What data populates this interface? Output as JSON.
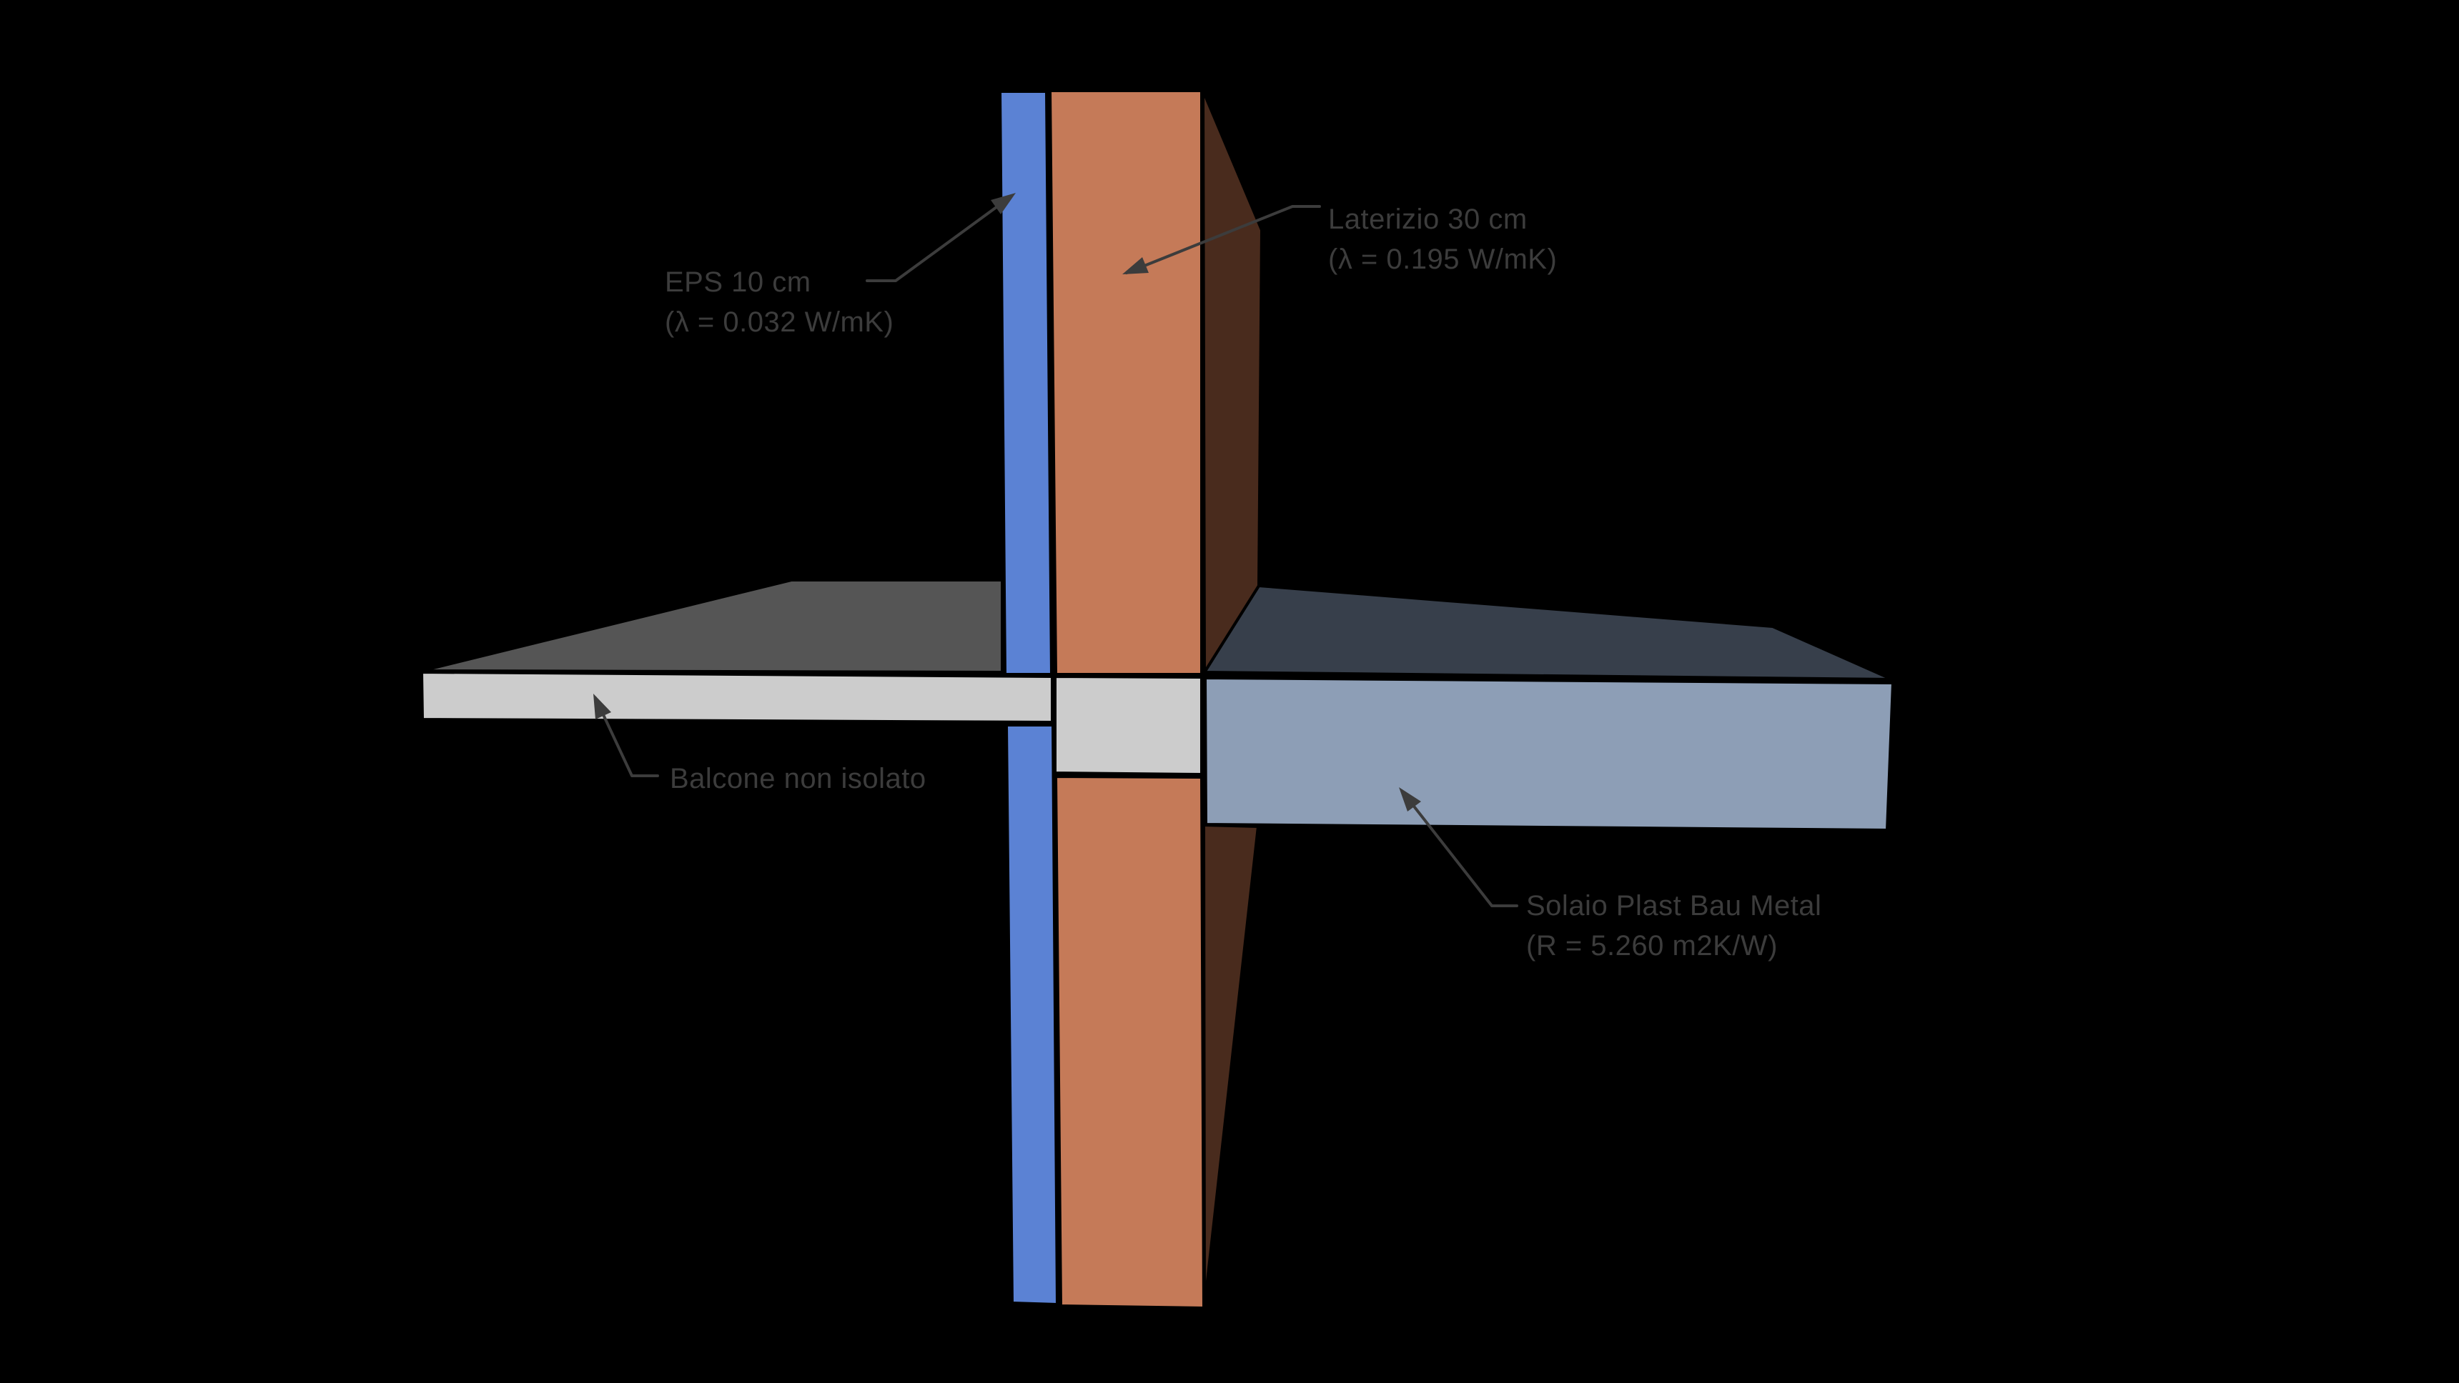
{
  "diagram": {
    "kind": "thermal-bridge-construction-detail",
    "background": "#000000"
  },
  "colors": {
    "background": "#000000",
    "eps": "#5b82d4",
    "wall_front": "#c57a58",
    "wall_side": "#492b1d",
    "balcony_top": "#555555",
    "balcony_front": "#cccccc",
    "slab_section": "#cccccc",
    "solaio_top": "#373f4b",
    "solaio_front": "#8d9eb6",
    "label_text": "#3c3c3c",
    "leader": "#3c3c3c"
  },
  "labels": {
    "eps": {
      "line1": "EPS 10 cm",
      "line2": "(λ = 0.032 W/mK)"
    },
    "laterizio": {
      "line1": "Laterizio 30 cm",
      "line2": "(λ = 0.195 W/mK)"
    },
    "balcone": {
      "line1": "Balcone non isolato"
    },
    "solaio": {
      "line1": "Solaio Plast Bau Metal",
      "line2": "(R = 5.260 m2K/W)"
    }
  }
}
